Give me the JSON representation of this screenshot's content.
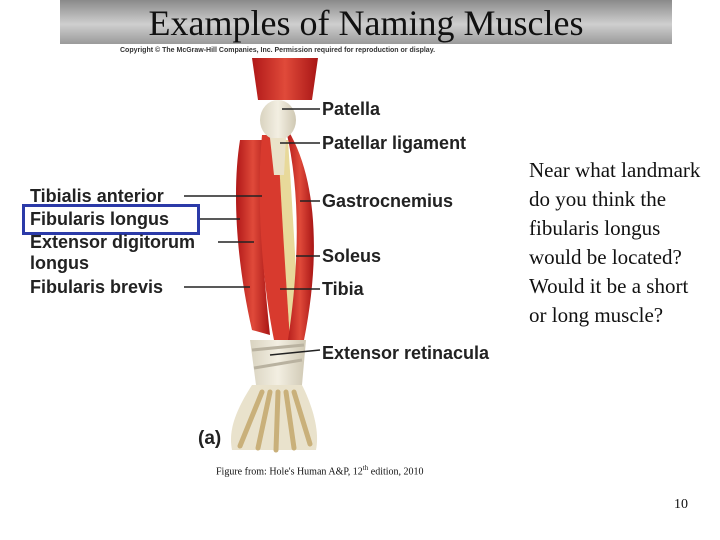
{
  "title": "Examples of Naming Muscles",
  "copyright": "Copyright © The McGraw-Hill Companies, Inc. Permission required for reproduction or display.",
  "labels": {
    "patella": "Patella",
    "patellar_ligament": "Patellar ligament",
    "gastrocnemius": "Gastrocnemius",
    "soleus": "Soleus",
    "tibia": "Tibia",
    "extensor_retinacula": "Extensor retinacula",
    "tibialis_anterior": "Tibialis anterior",
    "fibularis_longus": "Fibularis longus",
    "extensor_digitorum_line1": "Extensor digitorum",
    "extensor_digitorum_line2": "longus",
    "fibularis_brevis": "Fibularis brevis"
  },
  "panel_label": "(a)",
  "question": "Near what landmark do you think the fibularis longus would be located?  Would it be a short or long muscle?",
  "credit": {
    "prefix": "Figure from: Hole's Human A&P, 12",
    "sup": "th",
    "suffix": " edition, 2010"
  },
  "page_number": "10"
}
